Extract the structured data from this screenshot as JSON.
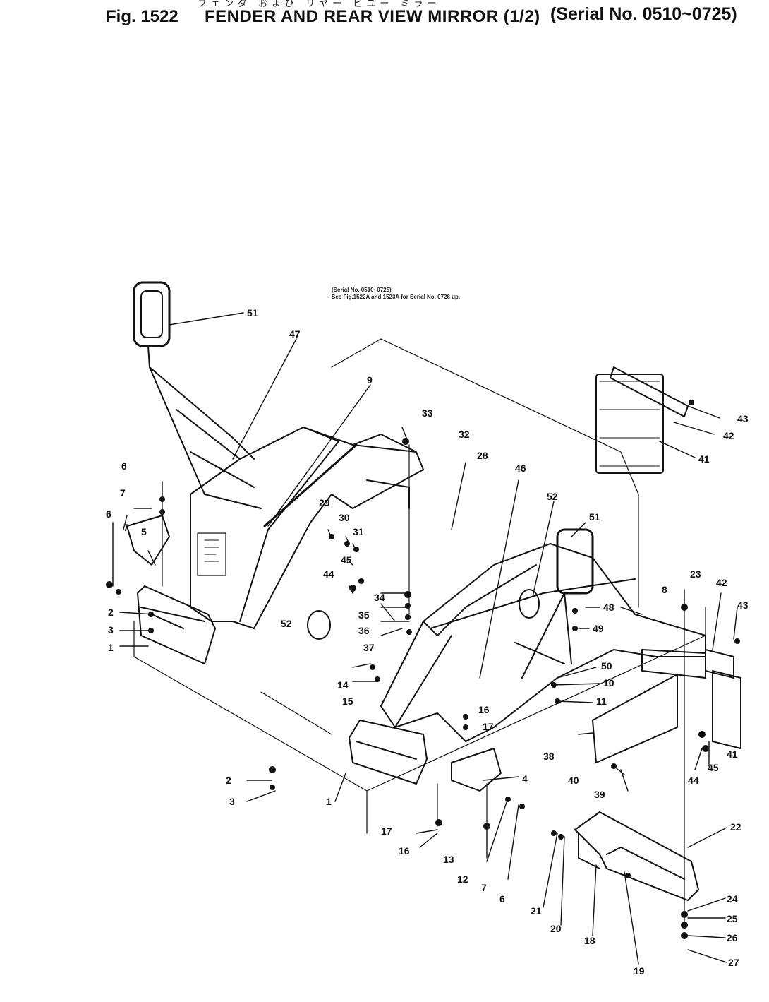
{
  "header": {
    "jp_line": "フェンダ および リヤー ビユー ミラー",
    "fig_label": "Fig. 1522",
    "title": "FENDER AND REAR VIEW MIRROR (1/2)",
    "serial": "(Serial No. 0510~0725)"
  },
  "note": {
    "line1": "(Serial No. 0510~0725)",
    "line2": "See Fig.1522A and 1523A for Serial No. 0726 up."
  },
  "callouts": [
    {
      "id": "c51a",
      "label": "51"
    },
    {
      "id": "c47",
      "label": "47"
    },
    {
      "id": "c9",
      "label": "9"
    },
    {
      "id": "c33",
      "label": "33"
    },
    {
      "id": "c32",
      "label": "32"
    },
    {
      "id": "c28",
      "label": "28"
    },
    {
      "id": "c46",
      "label": "46"
    },
    {
      "id": "c52a",
      "label": "52"
    },
    {
      "id": "c51b",
      "label": "51"
    },
    {
      "id": "c43a",
      "label": "43"
    },
    {
      "id": "c42a",
      "label": "42"
    },
    {
      "id": "c41a",
      "label": "41"
    },
    {
      "id": "c6a",
      "label": "6"
    },
    {
      "id": "c7a",
      "label": "7"
    },
    {
      "id": "c6b",
      "label": "6"
    },
    {
      "id": "c7b",
      "label": "7"
    },
    {
      "id": "c5",
      "label": "5"
    },
    {
      "id": "c29",
      "label": "29"
    },
    {
      "id": "c30",
      "label": "30"
    },
    {
      "id": "c31",
      "label": "31"
    },
    {
      "id": "c45a",
      "label": "45"
    },
    {
      "id": "c44a",
      "label": "44"
    },
    {
      "id": "c34",
      "label": "34"
    },
    {
      "id": "c35",
      "label": "35"
    },
    {
      "id": "c36",
      "label": "36"
    },
    {
      "id": "c37",
      "label": "37"
    },
    {
      "id": "c2a",
      "label": "2"
    },
    {
      "id": "c3a",
      "label": "3"
    },
    {
      "id": "c1a",
      "label": "1"
    },
    {
      "id": "c52b",
      "label": "52"
    },
    {
      "id": "c14",
      "label": "14"
    },
    {
      "id": "c15a",
      "label": "15"
    },
    {
      "id": "c8",
      "label": "8"
    },
    {
      "id": "c23",
      "label": "23"
    },
    {
      "id": "c42b",
      "label": "42"
    },
    {
      "id": "c43b",
      "label": "43"
    },
    {
      "id": "c48",
      "label": "48"
    },
    {
      "id": "c49",
      "label": "49"
    },
    {
      "id": "c50",
      "label": "50"
    },
    {
      "id": "c10",
      "label": "10"
    },
    {
      "id": "c11",
      "label": "11"
    },
    {
      "id": "c16a",
      "label": "16"
    },
    {
      "id": "c17a",
      "label": "17"
    },
    {
      "id": "c38",
      "label": "38"
    },
    {
      "id": "c40",
      "label": "40"
    },
    {
      "id": "c39",
      "label": "39"
    },
    {
      "id": "c44b",
      "label": "44"
    },
    {
      "id": "c45b",
      "label": "45"
    },
    {
      "id": "c41b",
      "label": "41"
    },
    {
      "id": "c2b",
      "label": "2"
    },
    {
      "id": "c3b",
      "label": "3"
    },
    {
      "id": "c1b",
      "label": "1"
    },
    {
      "id": "c4",
      "label": "4"
    },
    {
      "id": "c17b",
      "label": "17"
    },
    {
      "id": "c16b",
      "label": "16"
    },
    {
      "id": "c13",
      "label": "13"
    },
    {
      "id": "c12",
      "label": "12"
    },
    {
      "id": "c7c",
      "label": "7"
    },
    {
      "id": "c6c",
      "label": "6"
    },
    {
      "id": "c22",
      "label": "22"
    },
    {
      "id": "c21",
      "label": "21"
    },
    {
      "id": "c20",
      "label": "20"
    },
    {
      "id": "c18",
      "label": "18"
    },
    {
      "id": "c19",
      "label": "19"
    },
    {
      "id": "c24",
      "label": "24"
    },
    {
      "id": "c25",
      "label": "25"
    },
    {
      "id": "c26",
      "label": "26"
    },
    {
      "id": "c27",
      "label": "27"
    }
  ]
}
